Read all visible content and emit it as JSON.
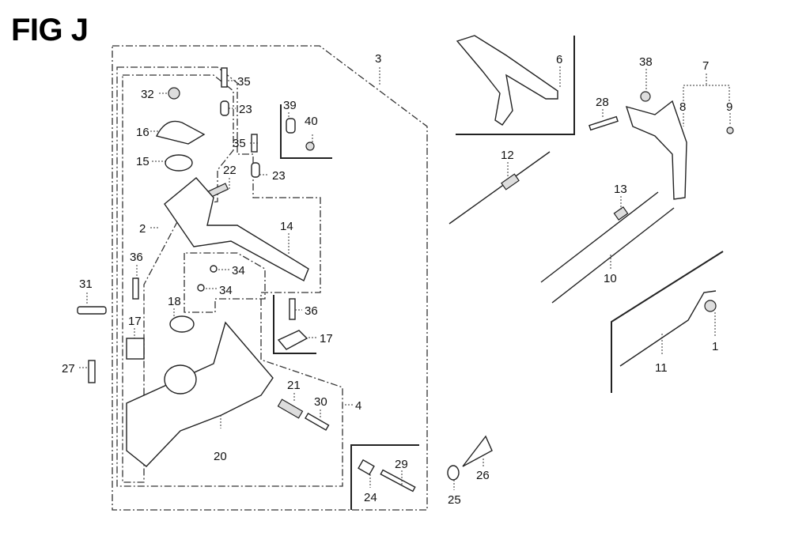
{
  "figure": {
    "title": "FIG J",
    "callouts": [
      {
        "id": "c1",
        "label": "1"
      },
      {
        "id": "c2",
        "label": "2"
      },
      {
        "id": "c3",
        "label": "3"
      },
      {
        "id": "c4",
        "label": "4"
      },
      {
        "id": "c6",
        "label": "6"
      },
      {
        "id": "c7",
        "label": "7"
      },
      {
        "id": "c8",
        "label": "8"
      },
      {
        "id": "c9",
        "label": "9"
      },
      {
        "id": "c10",
        "label": "10"
      },
      {
        "id": "c11",
        "label": "11"
      },
      {
        "id": "c12",
        "label": "12"
      },
      {
        "id": "c13",
        "label": "13"
      },
      {
        "id": "c14",
        "label": "14"
      },
      {
        "id": "c15",
        "label": "15"
      },
      {
        "id": "c16",
        "label": "16"
      },
      {
        "id": "c17a",
        "label": "17"
      },
      {
        "id": "c17b",
        "label": "17"
      },
      {
        "id": "c18",
        "label": "18"
      },
      {
        "id": "c20",
        "label": "20"
      },
      {
        "id": "c21",
        "label": "21"
      },
      {
        "id": "c22",
        "label": "22"
      },
      {
        "id": "c23a",
        "label": "23"
      },
      {
        "id": "c23b",
        "label": "23"
      },
      {
        "id": "c24",
        "label": "24"
      },
      {
        "id": "c25",
        "label": "25"
      },
      {
        "id": "c26",
        "label": "26"
      },
      {
        "id": "c27",
        "label": "27"
      },
      {
        "id": "c28",
        "label": "28"
      },
      {
        "id": "c29",
        "label": "29"
      },
      {
        "id": "c30",
        "label": "30"
      },
      {
        "id": "c31",
        "label": "31"
      },
      {
        "id": "c32",
        "label": "32"
      },
      {
        "id": "c34a",
        "label": "34"
      },
      {
        "id": "c34b",
        "label": "34"
      },
      {
        "id": "c35a",
        "label": "35"
      },
      {
        "id": "c35b",
        "label": "35"
      },
      {
        "id": "c36a",
        "label": "36"
      },
      {
        "id": "c36b",
        "label": "36"
      },
      {
        "id": "c38",
        "label": "38"
      },
      {
        "id": "c39",
        "label": "39"
      },
      {
        "id": "c40",
        "label": "40"
      }
    ]
  }
}
